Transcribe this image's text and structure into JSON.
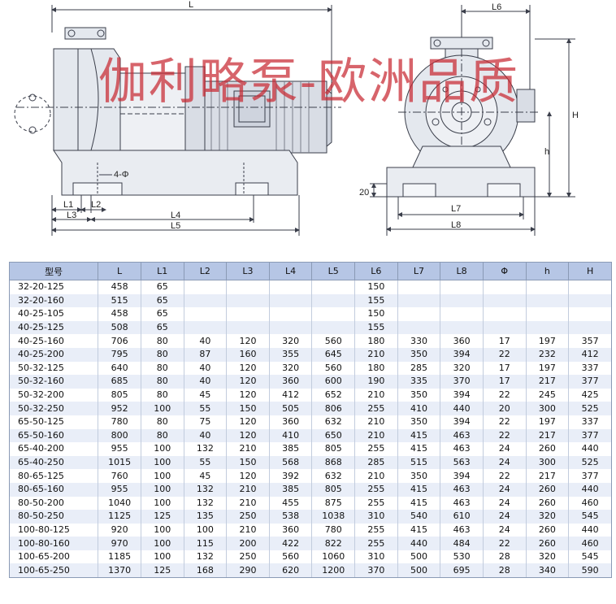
{
  "drawing": {
    "dim_labels": {
      "L": "L",
      "L1": "L1",
      "L2": "L2",
      "L3": "L3",
      "L4": "L4",
      "L5": "L5",
      "L6": "L6",
      "L7": "L7",
      "L8": "L8",
      "H": "H",
      "h": "h",
      "d20": "20",
      "bolts": "4-Φ"
    },
    "colors": {
      "line": "#3a3e4a",
      "fill": "#e4e8ee",
      "motor": "#d9dde5"
    }
  },
  "watermark": "伽利略泵-欧洲品质",
  "table": {
    "headers": [
      "型号",
      "L",
      "L1",
      "L2",
      "L3",
      "L4",
      "L5",
      "L6",
      "L7",
      "L8",
      "Φ",
      "h",
      "H"
    ],
    "rows": [
      [
        "32-20-125",
        "458",
        "65",
        "",
        "",
        "",
        "",
        "150",
        "",
        "",
        "",
        "",
        ""
      ],
      [
        "32-20-160",
        "515",
        "65",
        "",
        "",
        "",
        "",
        "155",
        "",
        "",
        "",
        "",
        ""
      ],
      [
        "40-25-105",
        "458",
        "65",
        "",
        "",
        "",
        "",
        "150",
        "",
        "",
        "",
        "",
        ""
      ],
      [
        "40-25-125",
        "508",
        "65",
        "",
        "",
        "",
        "",
        "155",
        "",
        "",
        "",
        "",
        ""
      ],
      [
        "40-25-160",
        "706",
        "80",
        "40",
        "120",
        "320",
        "560",
        "180",
        "330",
        "360",
        "17",
        "197",
        "357"
      ],
      [
        "40-25-200",
        "795",
        "80",
        "87",
        "160",
        "355",
        "645",
        "210",
        "350",
        "394",
        "22",
        "232",
        "412"
      ],
      [
        "50-32-125",
        "640",
        "80",
        "40",
        "120",
        "320",
        "560",
        "180",
        "285",
        "320",
        "17",
        "197",
        "337"
      ],
      [
        "50-32-160",
        "685",
        "80",
        "40",
        "120",
        "360",
        "600",
        "190",
        "335",
        "370",
        "17",
        "217",
        "377"
      ],
      [
        "50-32-200",
        "805",
        "80",
        "45",
        "120",
        "412",
        "652",
        "210",
        "350",
        "394",
        "22",
        "245",
        "425"
      ],
      [
        "50-32-250",
        "952",
        "100",
        "55",
        "150",
        "505",
        "806",
        "255",
        "410",
        "440",
        "20",
        "300",
        "525"
      ],
      [
        "65-50-125",
        "780",
        "80",
        "75",
        "120",
        "360",
        "632",
        "210",
        "350",
        "394",
        "22",
        "197",
        "337"
      ],
      [
        "65-50-160",
        "800",
        "80",
        "40",
        "120",
        "410",
        "650",
        "210",
        "415",
        "463",
        "22",
        "217",
        "377"
      ],
      [
        "65-40-200",
        "955",
        "100",
        "132",
        "210",
        "385",
        "805",
        "255",
        "415",
        "463",
        "24",
        "260",
        "440"
      ],
      [
        "65-40-250",
        "1015",
        "100",
        "55",
        "150",
        "568",
        "868",
        "285",
        "515",
        "563",
        "24",
        "300",
        "525"
      ],
      [
        "80-65-125",
        "760",
        "100",
        "45",
        "120",
        "392",
        "632",
        "210",
        "350",
        "394",
        "22",
        "217",
        "377"
      ],
      [
        "80-65-160",
        "955",
        "100",
        "132",
        "210",
        "385",
        "805",
        "255",
        "415",
        "463",
        "24",
        "260",
        "440"
      ],
      [
        "80-50-200",
        "1040",
        "100",
        "132",
        "210",
        "455",
        "875",
        "255",
        "415",
        "463",
        "24",
        "260",
        "460"
      ],
      [
        "80-50-250",
        "1125",
        "125",
        "135",
        "250",
        "538",
        "1038",
        "310",
        "540",
        "610",
        "24",
        "320",
        "545"
      ],
      [
        "100-80-125",
        "920",
        "100",
        "100",
        "210",
        "360",
        "780",
        "255",
        "415",
        "463",
        "24",
        "260",
        "440"
      ],
      [
        "100-80-160",
        "970",
        "100",
        "115",
        "200",
        "422",
        "822",
        "255",
        "440",
        "484",
        "22",
        "260",
        "460"
      ],
      [
        "100-65-200",
        "1185",
        "100",
        "132",
        "250",
        "560",
        "1060",
        "310",
        "500",
        "530",
        "28",
        "320",
        "545"
      ],
      [
        "100-65-250",
        "1370",
        "125",
        "168",
        "290",
        "620",
        "1200",
        "370",
        "500",
        "695",
        "28",
        "340",
        "590"
      ]
    ]
  }
}
